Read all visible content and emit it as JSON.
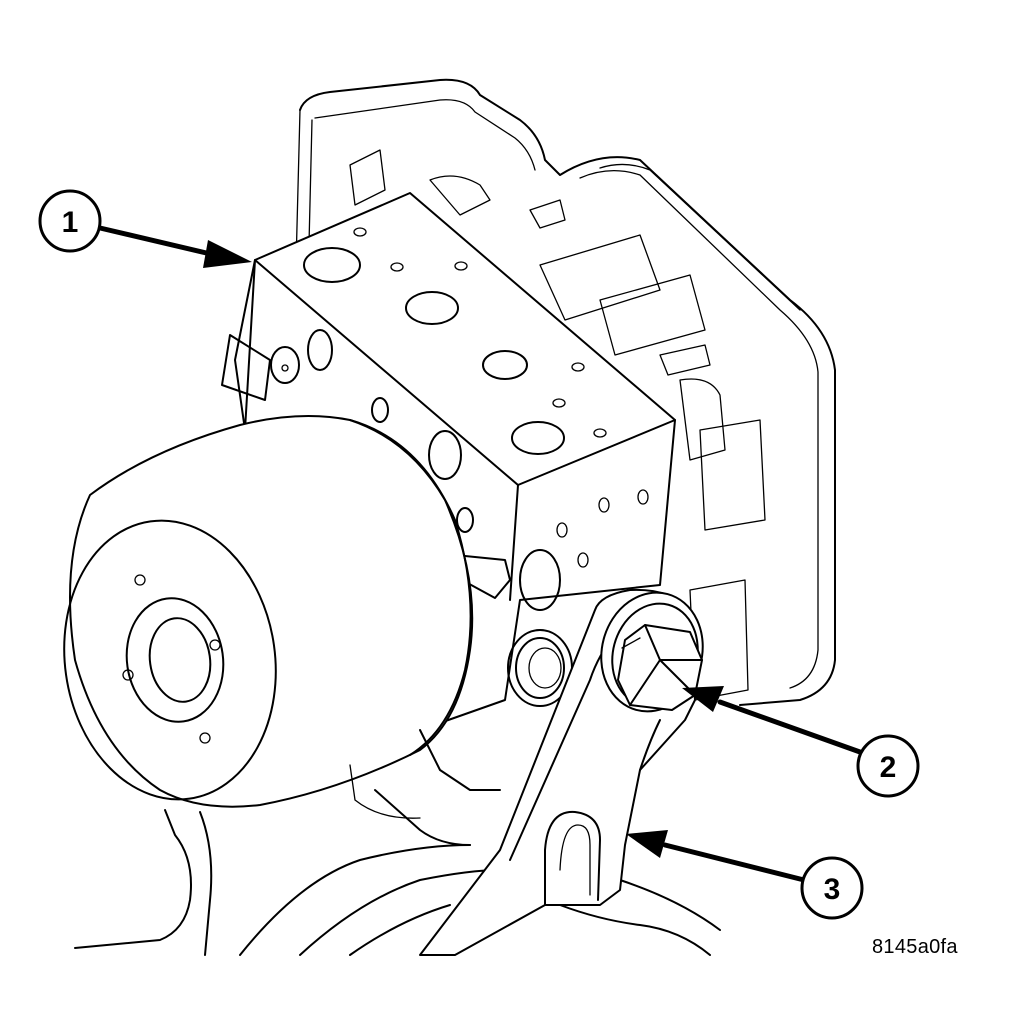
{
  "callouts": [
    {
      "id": "1",
      "label": "1"
    },
    {
      "id": "2",
      "label": "2"
    },
    {
      "id": "3",
      "label": "3"
    }
  ],
  "figure_code": "8145a0fa"
}
